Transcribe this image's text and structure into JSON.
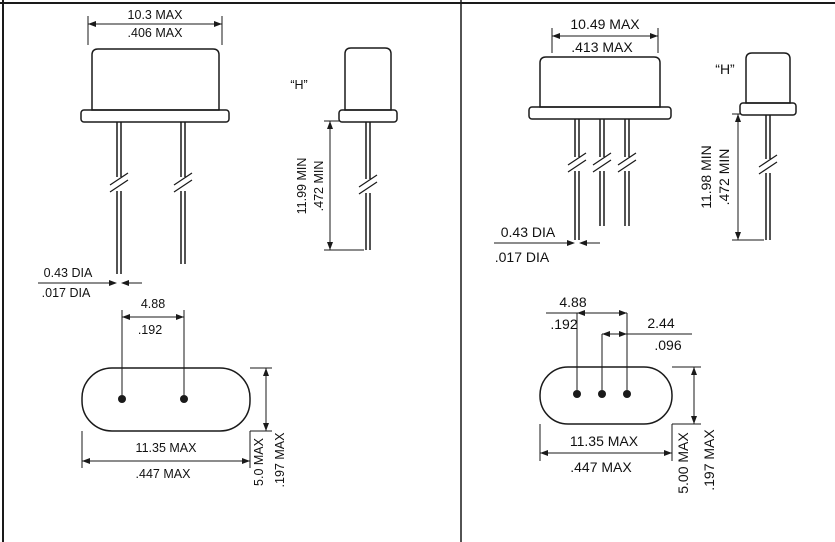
{
  "drawing": {
    "left": {
      "front": {
        "width_mm": "10.3 MAX",
        "width_in": ".406 MAX"
      },
      "lead_dia": {
        "mm": "0.43 DIA",
        "in": ".017 DIA"
      },
      "side": {
        "h_label": "“H”",
        "height_mm": "11.99 MIN",
        "height_in": ".472 MIN"
      },
      "bottom": {
        "pin_spacing_mm": "4.88",
        "pin_spacing_in": ".192",
        "length_mm": "11.35 MAX",
        "length_in": ".447 MAX",
        "width_mm": "5.0 MAX",
        "width_in": ".197 MAX"
      }
    },
    "right": {
      "front": {
        "width_mm": "10.49 MAX",
        "width_in": ".413 MAX"
      },
      "lead_dia": {
        "mm": "0.43 DIA",
        "in": ".017 DIA"
      },
      "side": {
        "h_label": "“H”",
        "height_mm": "11.98 MIN",
        "height_in": ".472 MIN"
      },
      "bottom": {
        "outer_pin_spacing_mm": "4.88",
        "outer_pin_spacing_in": ".192",
        "pin_pitch_mm": "2.44",
        "pin_pitch_in": ".096",
        "length_mm": "11.35 MAX",
        "length_in": ".447 MAX",
        "width_mm": "5.00 MAX",
        "width_in": ".197 MAX"
      }
    },
    "colors": {
      "line": "#1a1a1a",
      "background": "#ffffff"
    }
  }
}
